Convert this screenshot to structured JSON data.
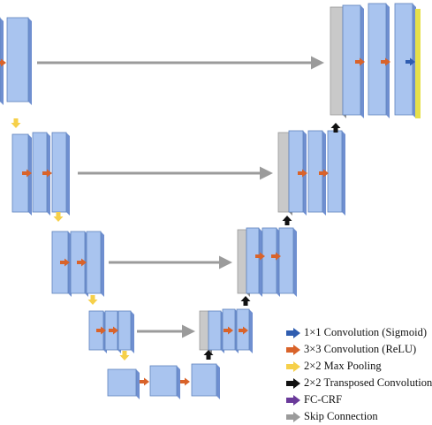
{
  "colors": {
    "block": "#a9c4ef",
    "block_edge": "#5e82bd",
    "block_side": "#6f8fd0",
    "gray_block": "#c9c9c9",
    "gray_side": "#8e8e8e",
    "conv3x3_arrow": "#d9632a",
    "conv1x1_arrow": "#2f5db0",
    "maxpool_arrow": "#f6d04a",
    "transpose_arrow": "#111111",
    "fccrf_arrow": "#6a3a9a",
    "skip_arrow": "#9b9b9b",
    "output_bar": "#e6e04a"
  },
  "legend": [
    {
      "icon": "conv1x1-arrow",
      "label": "1×1 Convolution (Sigmoid)"
    },
    {
      "icon": "conv3x3-arrow",
      "label": "3×3 Convolution (ReLU)"
    },
    {
      "icon": "maxpool-arrow",
      "label": "2×2 Max Pooling"
    },
    {
      "icon": "transposed-conv-arrow",
      "label": "2×2 Transposed Convolution"
    },
    {
      "icon": "fc-crf-arrow",
      "label": "FC-CRF"
    },
    {
      "icon": "skip-connection-arrow",
      "label": "Skip Connection"
    }
  ]
}
